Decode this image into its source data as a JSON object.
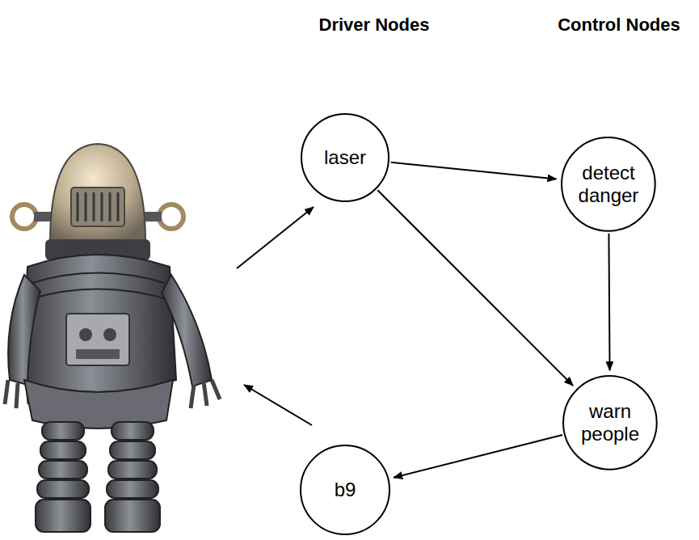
{
  "diagram": {
    "nodes": [
      {
        "text": [
          "laser"
        ]
      },
      {
        "text": [
          "detect danger"
        ]
      },
      {
        "text": [
          "warn people"
        ]
      },
      {
        "text": [
          "b9"
        ]
      }
    ],
    "edges": [
      {
        "from": 0,
        "to": 1,
        "arrow": "to"
      },
      {
        "from": 0,
        "to": 2,
        "arrow": "to"
      },
      {
        "from": 1,
        "to": 2,
        "arrow": "to"
      },
      {
        "from": 2,
        "to": 3,
        "arrow": "to"
      }
    ],
    "labels": [
      "Driver Nodes",
      "Control Nodes"
    ]
  }
}
